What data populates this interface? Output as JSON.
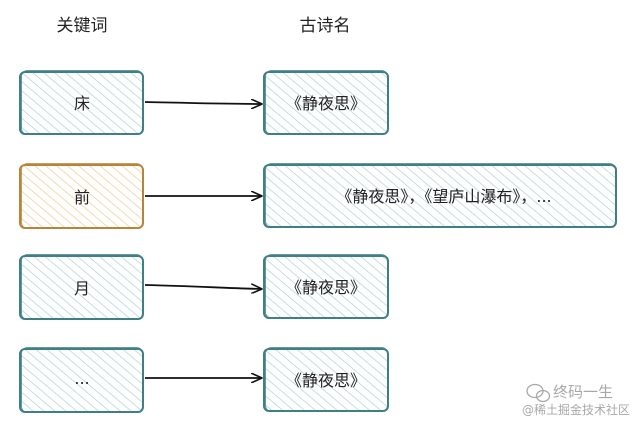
{
  "headers": {
    "keyword": "关键词",
    "poem": "古诗名"
  },
  "rows": [
    {
      "keyword": "床",
      "poems": "《静夜思》",
      "highlight": false
    },
    {
      "keyword": "前",
      "poems": "《静夜思》，《望庐山瀑布》，...",
      "highlight": true
    },
    {
      "keyword": "月",
      "poems": "《静夜思》",
      "highlight": false
    },
    {
      "keyword": "...",
      "poems": "《静夜思》",
      "highlight": false
    }
  ],
  "watermark": {
    "line1": "终码一生",
    "line2": "@稀土掘金技术社区"
  },
  "colors": {
    "normal_stroke": "#3f7f86",
    "normal_hatch": "#a9d2d6",
    "highlight_stroke": "#b8843c",
    "highlight_hatch": "#f0c98e",
    "arrow": "#111111"
  }
}
